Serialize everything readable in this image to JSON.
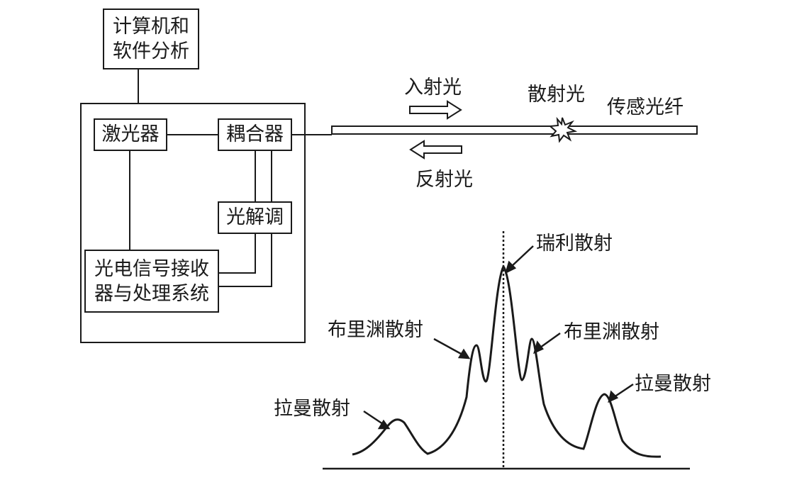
{
  "boxes": {
    "computer": {
      "line1": "计算机和",
      "line2": "软件分析"
    },
    "laser": "激光器",
    "coupler": "耦合器",
    "demod": "光解调",
    "receiver": {
      "line1": "光电信号接收",
      "line2": "器与处理系统"
    }
  },
  "fiber_labels": {
    "incident": "入射光",
    "scattered": "散射光",
    "sensing_fiber": "传感光纤",
    "reflected": "反射光"
  },
  "spectrum_labels": {
    "rayleigh": "瑞利散射",
    "brillouin_left": "布里渊散射",
    "brillouin_right": "布里渊散射",
    "raman_left": "拉曼散射",
    "raman_right": "拉曼散射"
  },
  "colors": {
    "line": "#1a1a1a",
    "background": "#ffffff"
  }
}
